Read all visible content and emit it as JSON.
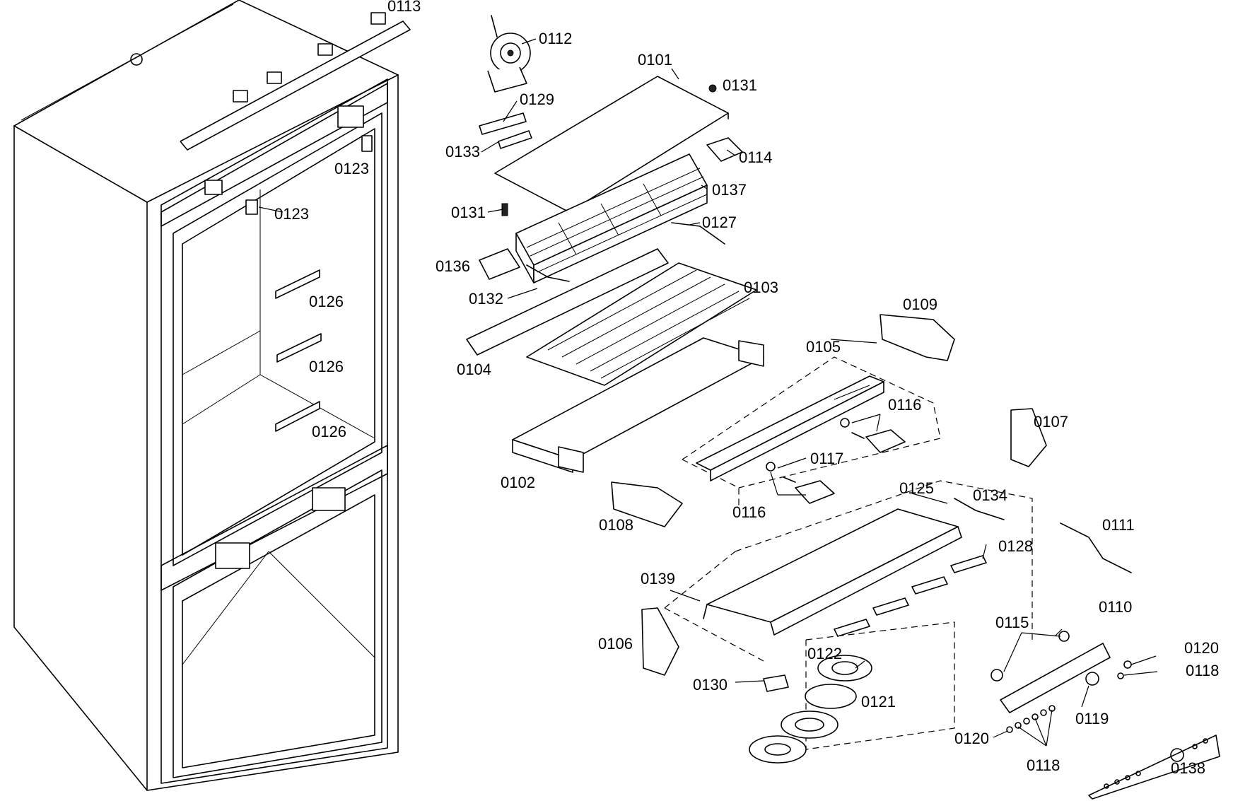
{
  "labels": {
    "l0113": "0113",
    "l0112": "0112",
    "l0101": "0101",
    "l0131a": "0131",
    "l0129": "0129",
    "l0133": "0133",
    "l0114": "0114",
    "l0137": "0137",
    "l0131b": "0131",
    "l0127": "0127",
    "l0123a": "0123",
    "l0123b": "0123",
    "l0136": "0136",
    "l0132": "0132",
    "l0103": "0103",
    "l0126a": "0126",
    "l0126b": "0126",
    "l0126c": "0126",
    "l0104": "0104",
    "l0109": "0109",
    "l0105": "0105",
    "l0116a": "0116",
    "l0107": "0107",
    "l0117": "0117",
    "l0102": "0102",
    "l0116b": "0116",
    "l0125": "0125",
    "l0134": "0134",
    "l0108": "0108",
    "l0111": "0111",
    "l0128": "0128",
    "l0139": "0139",
    "l0110": "0110",
    "l0115": "0115",
    "l0106": "0106",
    "l0122": "0122",
    "l0120a": "0120",
    "l0118a": "0118",
    "l0130": "0130",
    "l0121": "0121",
    "l0119": "0119",
    "l0120b": "0120",
    "l0118b": "0118",
    "l0138": "0138"
  }
}
